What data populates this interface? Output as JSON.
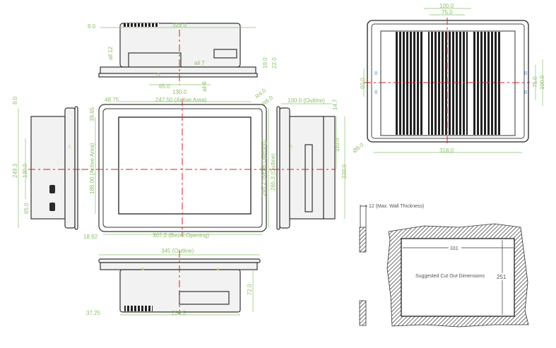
{
  "top_view": {
    "d_8": "8.0",
    "d_width": "329.0",
    "d_all12": "all 12",
    "d_all7": "all 7",
    "d_19": "19.0",
    "d_22": "22.0",
    "d_65": "65.0",
    "d_130": "130.0",
    "d_all6": "all 6"
  },
  "front_view": {
    "d_4875": "48.75",
    "d_active_w": "247.50 (Active Area)",
    "d_r4": "R4.0",
    "d_r6": "R6.0",
    "d_3965": "39.65",
    "d_active_h": "186.00 (Active Area)",
    "d_bezel_h": "245.2 (Bezel Opening)",
    "d_outline_h": "265.3 (Outline)",
    "d_bezel_w": "307.2 (Bezel Opening)",
    "d_1892": "18.92"
  },
  "left_view": {
    "d_8": "8.0",
    "d_2493": "249.3",
    "d_130": "130.0",
    "d_65": "65.0"
  },
  "right_view": {
    "d_outline": "100.0 (Outline)",
    "d_147": "14.7",
    "d_110": "110.0",
    "d_220": "220.0"
  },
  "back_view": {
    "d_100_top": "100.0",
    "d_75_top": "75.0",
    "d_60": "60.0",
    "d_75_right": "75.0",
    "d_100_right": "100.0",
    "d_318": "318.0",
    "d_hole": "Ø8.0"
  },
  "bottom_view": {
    "d_outline": "345 (Outline)",
    "d_72": "72.0",
    "d_3725": "37.25",
    "d_2545": "254.5"
  },
  "cutout": {
    "wall": "12 (Max. Wall Thickness)",
    "width": "331",
    "title": "Suggested Cut Out Dimensions",
    "height": "251"
  },
  "markers": {
    "a": "A",
    "b": "B"
  }
}
